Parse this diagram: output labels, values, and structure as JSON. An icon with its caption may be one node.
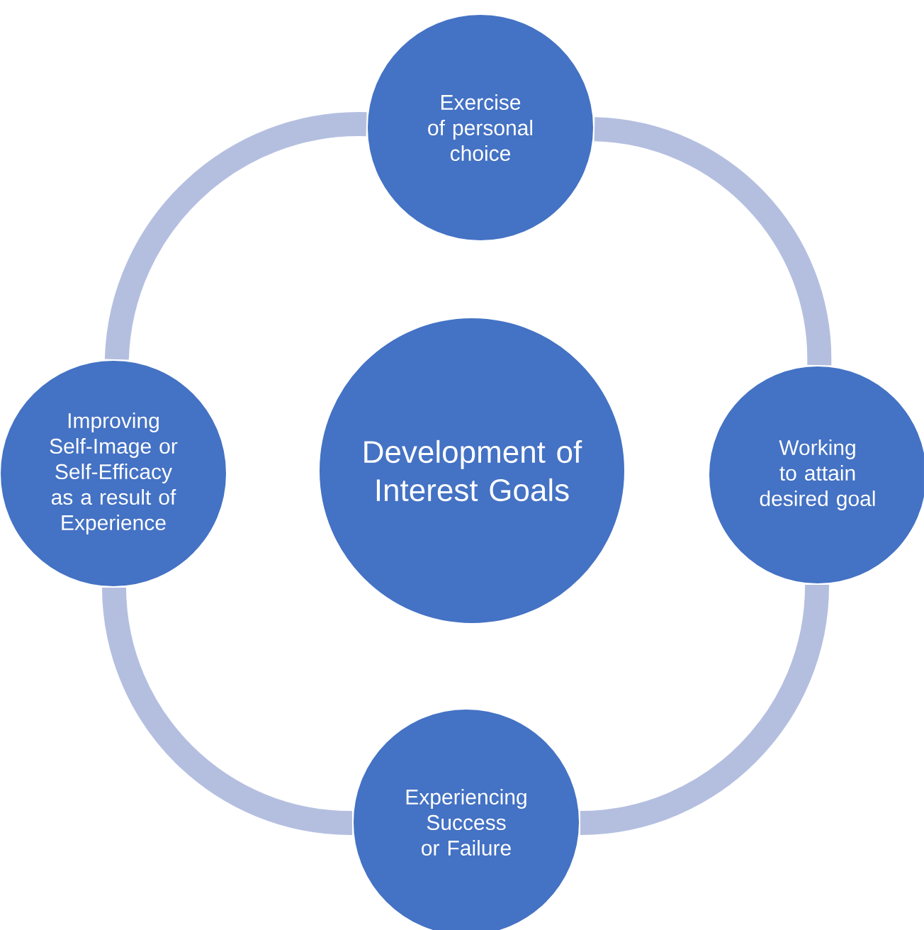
{
  "diagram": {
    "nodes": [
      {
        "text": [
          "Development of Interest Goals"
        ]
      },
      {
        "text": [
          "Exercise of personal choice"
        ]
      },
      {
        "text": [
          "Working to attain desired goal"
        ]
      },
      {
        "text": [
          "Experiencing Success or Failure"
        ]
      },
      {
        "text": [
          "Improving Self-Image or Self-Efficacy as a result of Experience"
        ]
      }
    ],
    "edges": [
      {
        "from": 1,
        "to": 2,
        "arrow": "none"
      },
      {
        "from": 2,
        "to": 3,
        "arrow": "none"
      },
      {
        "from": 3,
        "to": 4,
        "arrow": "none"
      },
      {
        "from": 4,
        "to": 1,
        "arrow": "none"
      }
    ]
  }
}
